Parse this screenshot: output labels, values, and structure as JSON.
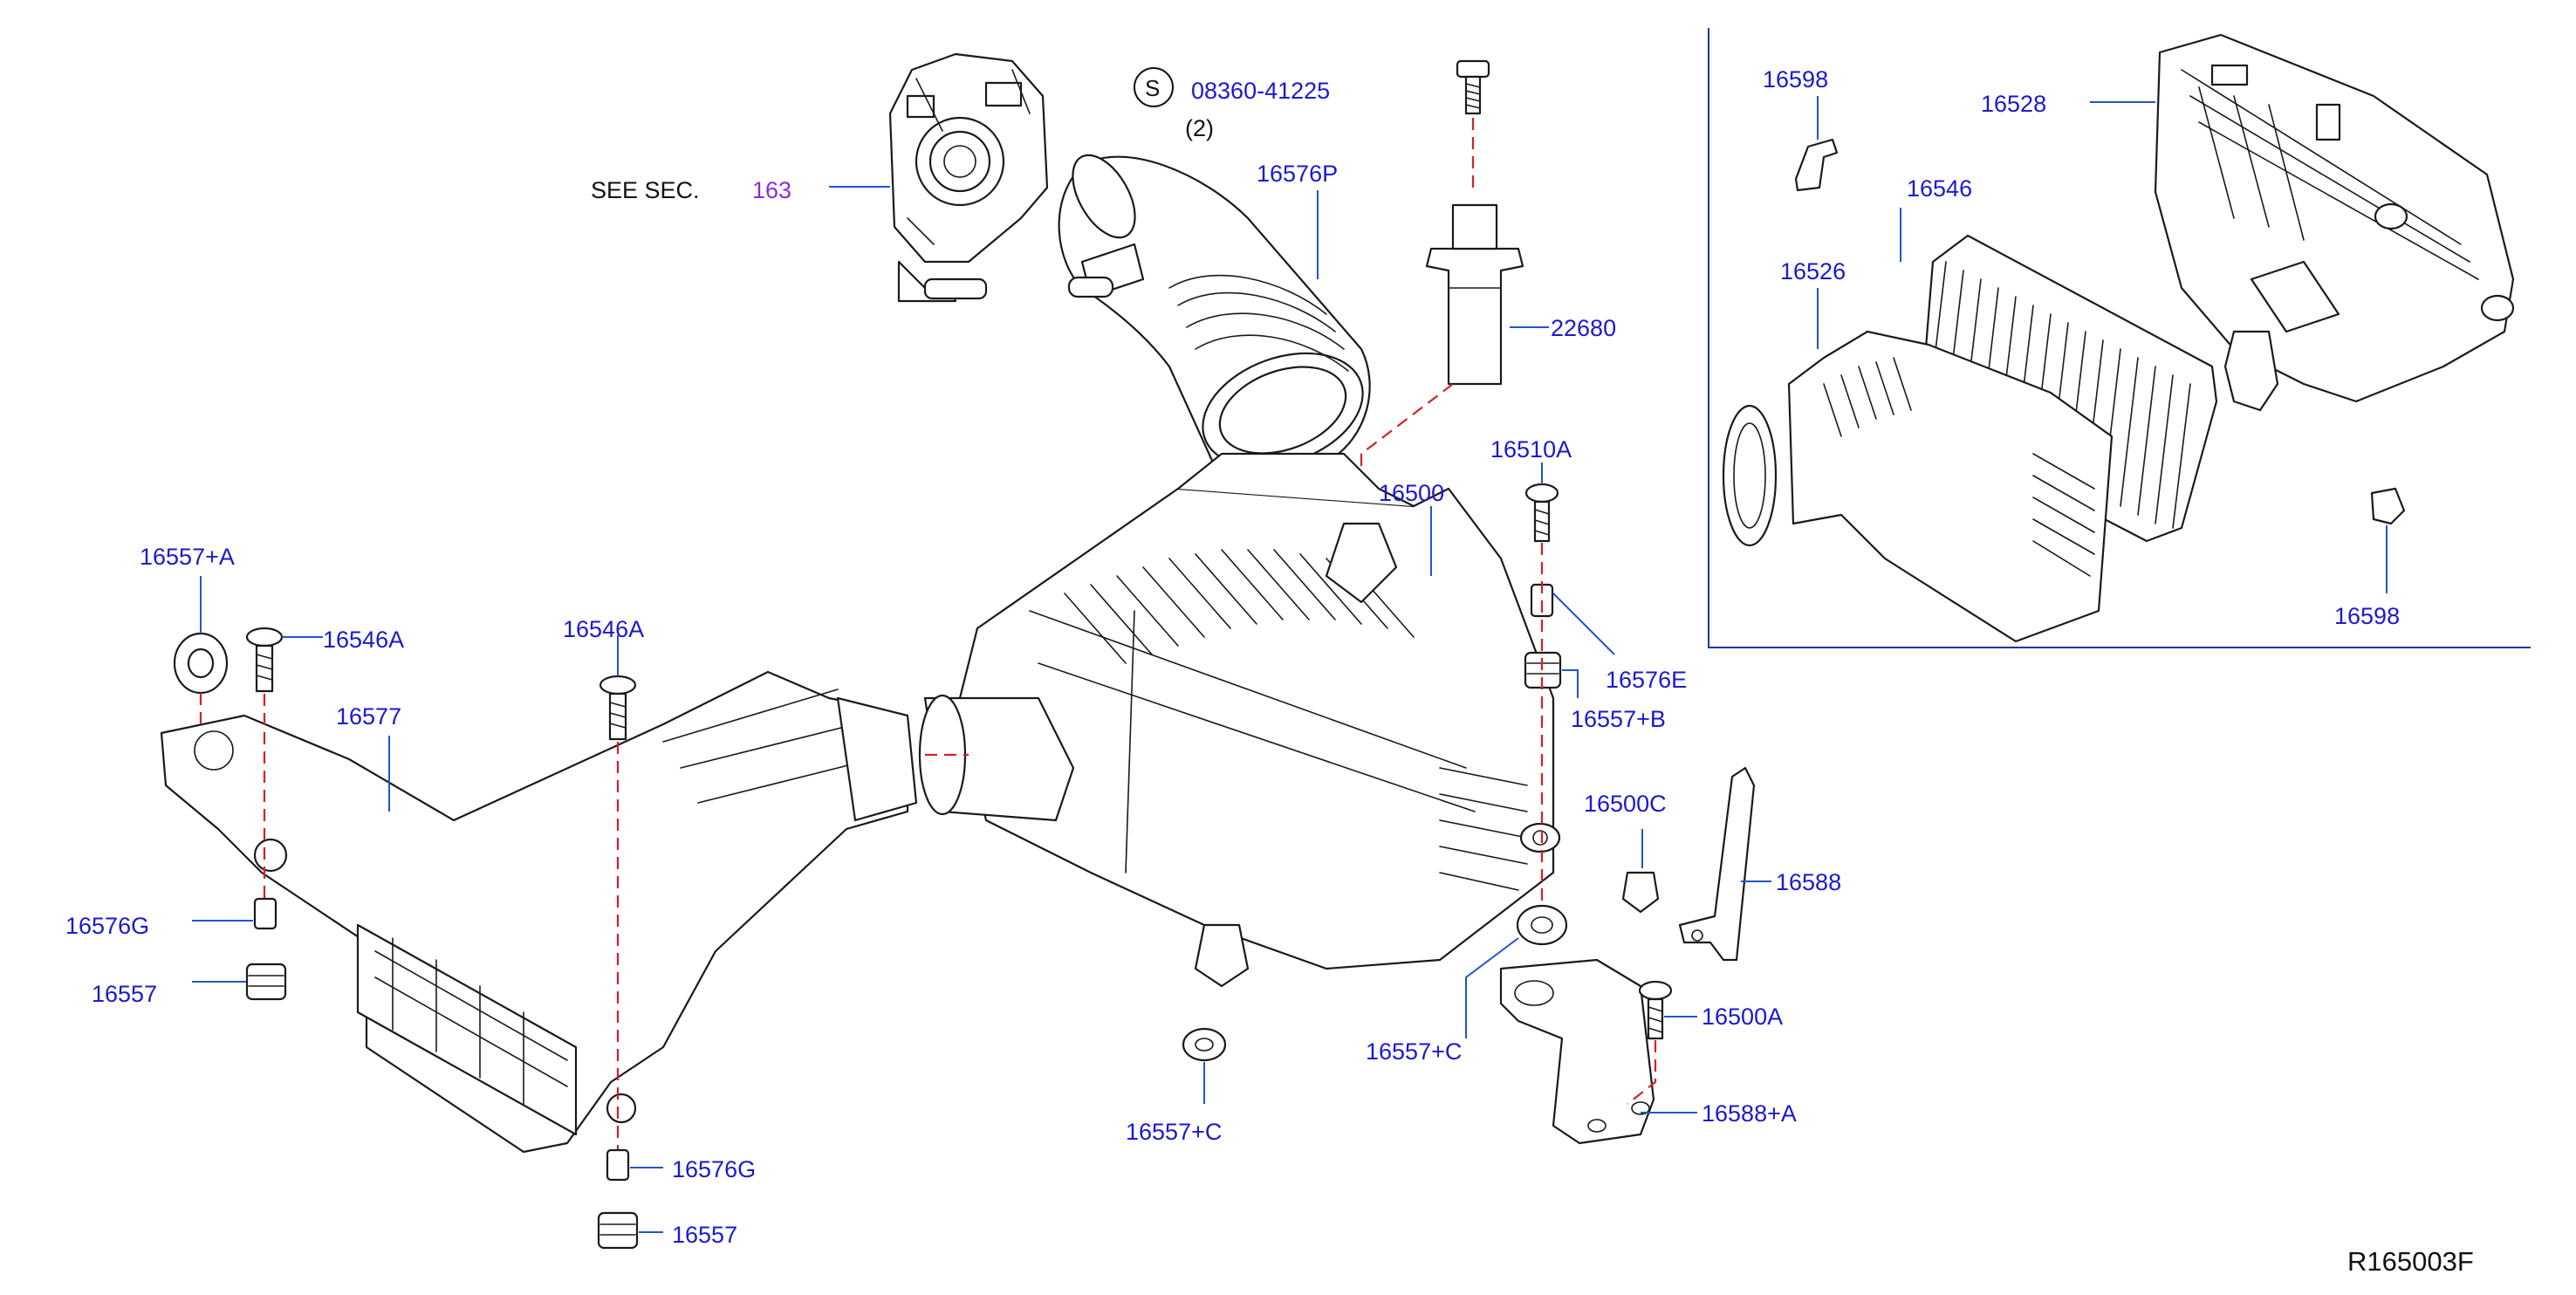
{
  "diagram_code": "R165003F",
  "see_section": {
    "text": "SEE  SEC.",
    "number": "163"
  },
  "standard_part": {
    "symbol": "S",
    "number": "08360-41225",
    "qty": "(2)"
  },
  "labels": {
    "p16576P": "16576P",
    "p22680": "22680",
    "p16510A": "16510A",
    "p16500": "16500",
    "p16576E": "16576E",
    "p16557B": "16557+B",
    "p16500C": "16500C",
    "p16588": "16588",
    "p16500A": "16500A",
    "p16588A": "16588+A",
    "p16557C_right": "16557+C",
    "p16557C_bottom": "16557+C",
    "p16557A": "16557+A",
    "p16546A_left": "16546A",
    "p16546A_mid": "16546A",
    "p16577": "16577",
    "p16576G_left": "16576G",
    "p16557_left": "16557",
    "p16576G_bottom": "16576G",
    "p16557_bottom": "16557",
    "p16598_top": "16598",
    "p16528": "16528",
    "p16546": "16546",
    "p16526": "16526",
    "p16598_bottom": "16598"
  }
}
